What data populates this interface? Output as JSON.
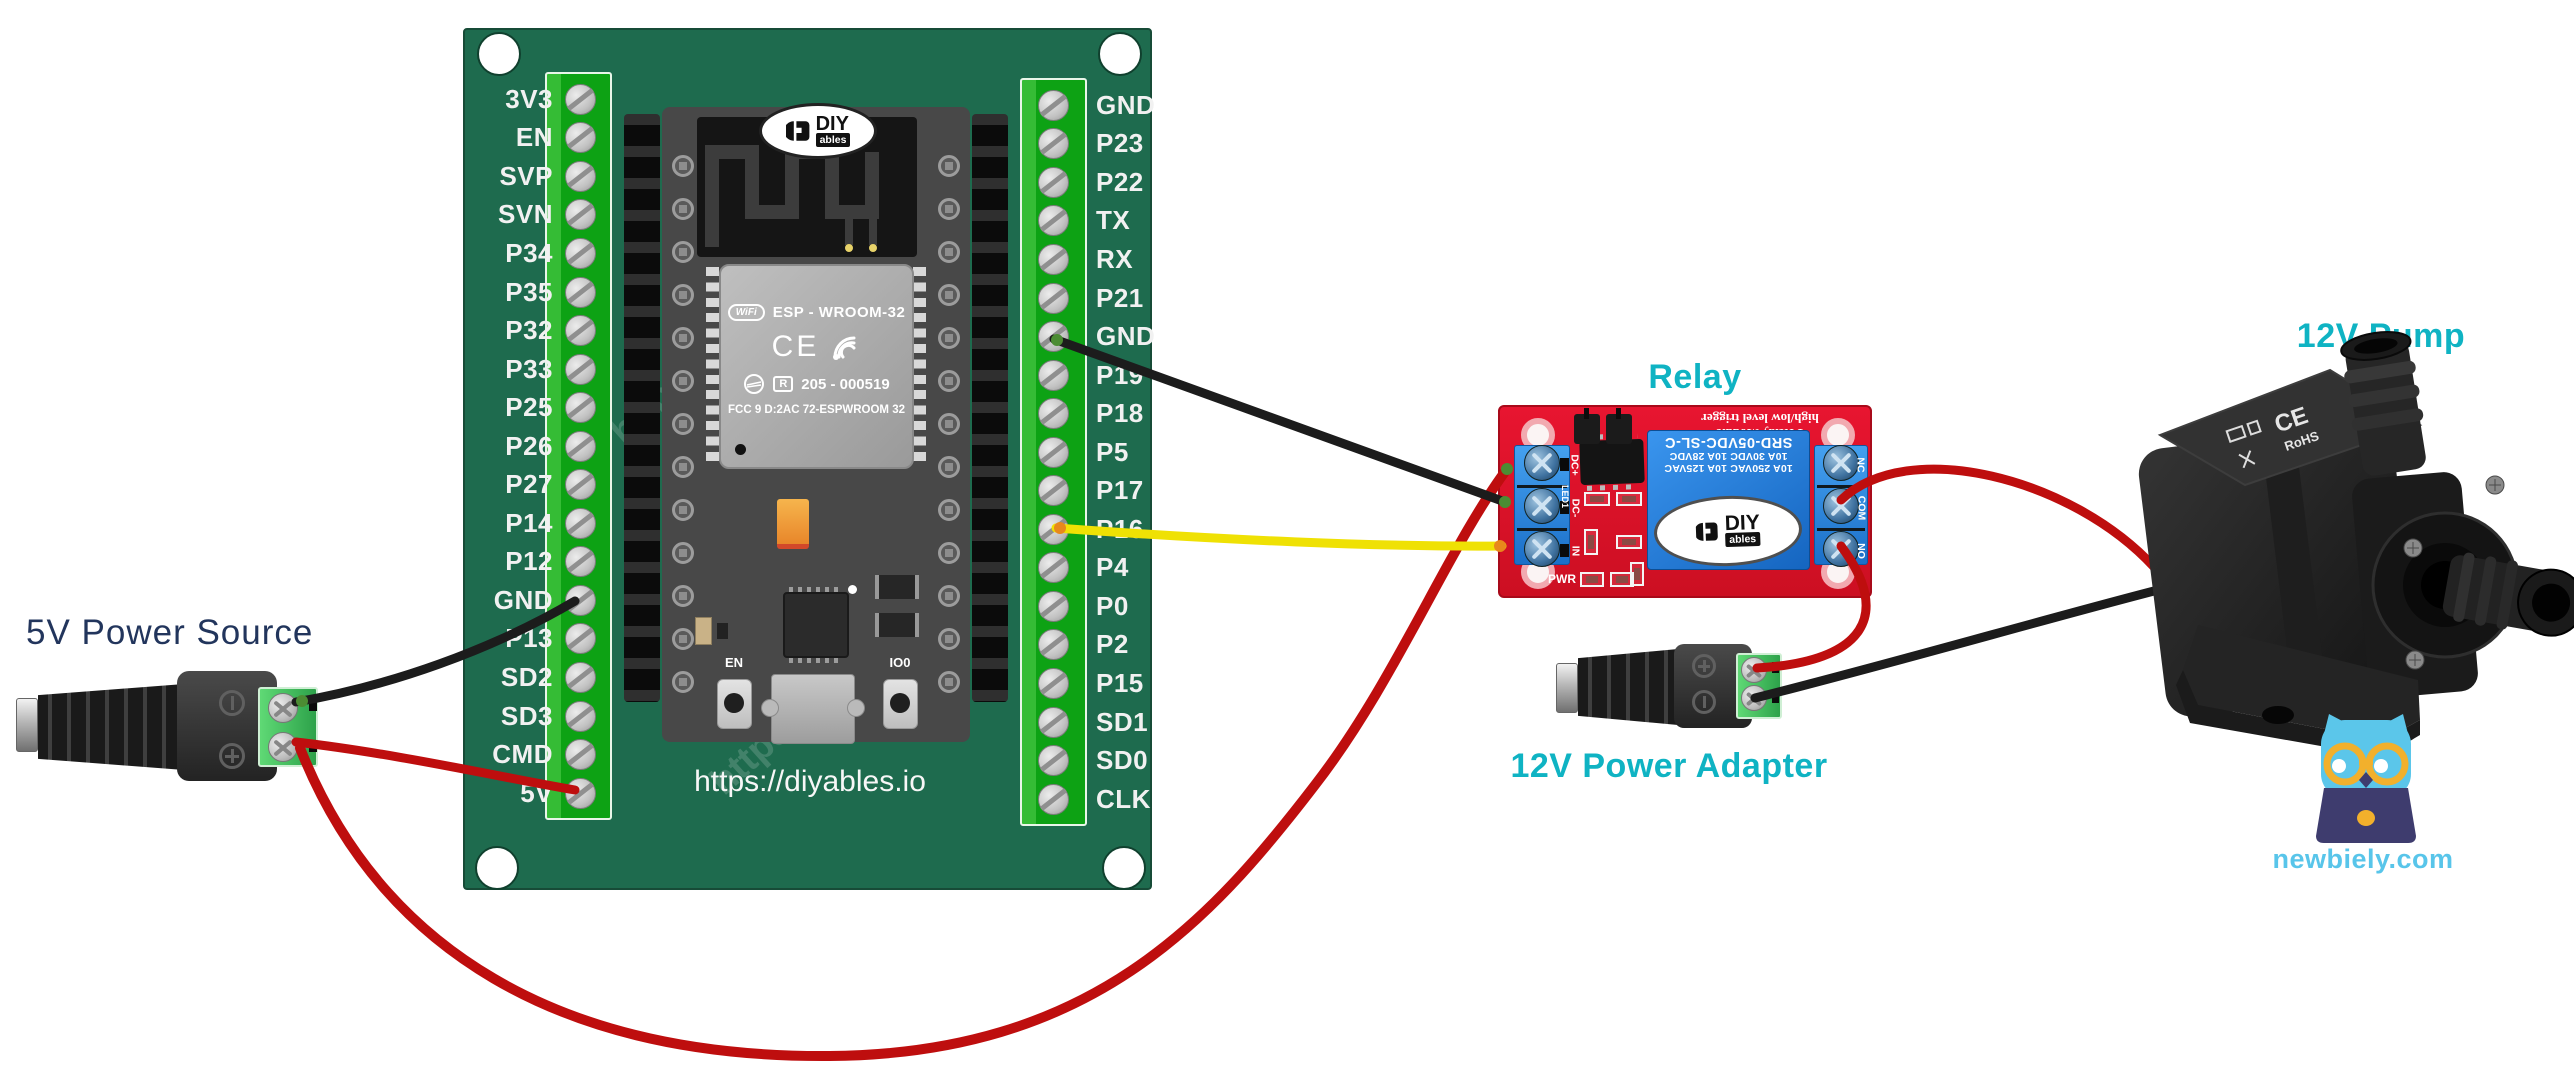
{
  "colors": {
    "label_cyan": "#0FB3C3",
    "label_navy": "#22355C",
    "wire_red": "#BE0E0E",
    "wire_black": "#1C1C1C",
    "wire_yellow": "#EFE104",
    "board_green": "#1E6B4E",
    "terminal_strip_green": "#0DA214",
    "relay_red": "#E81530",
    "relay_terminal_blue": "#2F8FE8",
    "dc_terminal_green": "#3DBE5B",
    "newbiely_blue": "#58C5EA",
    "owl_blue": "#5BC6EA",
    "glasses_yellow": "#F2B02C",
    "laptop_navy": "#3E3C6E"
  },
  "source_5v": {
    "title": "5V Power Source"
  },
  "adapter_12v": {
    "title": "12V Power Adapter"
  },
  "pump": {
    "title": "12V Pump",
    "cert_ce": "CE",
    "cert_rohs": "RoHS"
  },
  "relay": {
    "title": "Relay",
    "header_line1": "1 Relay Module",
    "header_line2": "high/low level trigger",
    "cube_vac": "10A 250VAC 10A 125VAC",
    "cube_vdc": "10A 30VDC 10A 28VDC",
    "cube_srd": "SRD-05VDC-SL-C",
    "left_terminals": [
      "DC+",
      "DC-",
      "IN"
    ],
    "right_terminals": [
      "NC",
      "COM",
      "NO"
    ],
    "pwr_label": "PWR",
    "led1_label": "LED1",
    "logo_diy": "DIY",
    "logo_ables": "ables"
  },
  "esp32": {
    "left_pins": [
      "3V3",
      "EN",
      "SVP",
      "SVN",
      "P34",
      "P35",
      "P32",
      "P33",
      "P25",
      "P26",
      "P27",
      "P14",
      "P12",
      "GND",
      "P13",
      "SD2",
      "SD3",
      "CMD",
      "5V"
    ],
    "right_pins": [
      "GND",
      "P23",
      "P22",
      "TX",
      "RX",
      "P21",
      "GND",
      "P19",
      "P18",
      "P5",
      "P17",
      "P16",
      "P4",
      "P0",
      "P2",
      "P15",
      "SD1",
      "SD0",
      "CLK"
    ],
    "board_url": "https://diyables.io",
    "watermark": "https://diyables.io",
    "logo_diy": "DIY",
    "logo_ables": "ables",
    "module": {
      "wifi": "WiFi",
      "model": "ESP - WROOM-32",
      "ce": "CE",
      "r_mark": "R",
      "cert_no": "205 - 000519",
      "fcc": "FCC 9 D:2AC 72-ESPWROOM 32",
      "btn_en": "EN",
      "btn_io0": "IO0"
    }
  },
  "newbiely": {
    "site": "newbiely.com"
  }
}
